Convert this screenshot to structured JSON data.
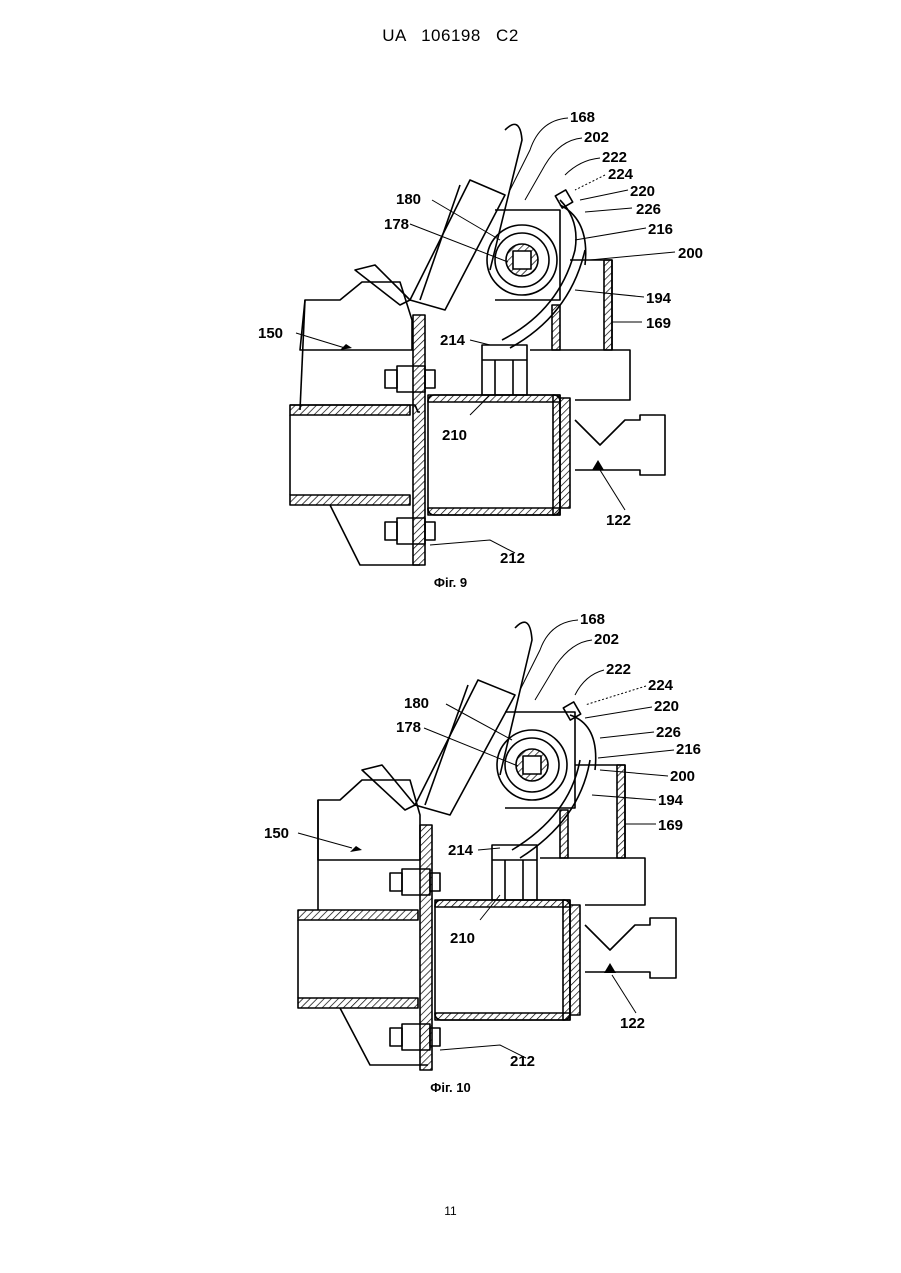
{
  "header": {
    "patent_number": "UA   106198   C2"
  },
  "figures": [
    {
      "caption": "Фіг. 9",
      "labels": {
        "l168": "168",
        "l202": "202",
        "l222": "222",
        "l224": "224",
        "l220": "220",
        "l226": "226",
        "l216": "216",
        "l200": "200",
        "l180": "180",
        "l178": "178",
        "l194": "194",
        "l169": "169",
        "l150": "150",
        "l214": "214",
        "l210": "210",
        "l122": "122",
        "l212": "212"
      }
    },
    {
      "caption": "Фіг. 10",
      "labels": {
        "l168": "168",
        "l202": "202",
        "l222": "222",
        "l224": "224",
        "l220": "220",
        "l226": "226",
        "l216": "216",
        "l200": "200",
        "l180": "180",
        "l178": "178",
        "l194": "194",
        "l169": "169",
        "l150": "150",
        "l214": "214",
        "l210": "210",
        "l122": "122",
        "l212": "212"
      }
    }
  ],
  "footer": {
    "page_number": "11"
  }
}
